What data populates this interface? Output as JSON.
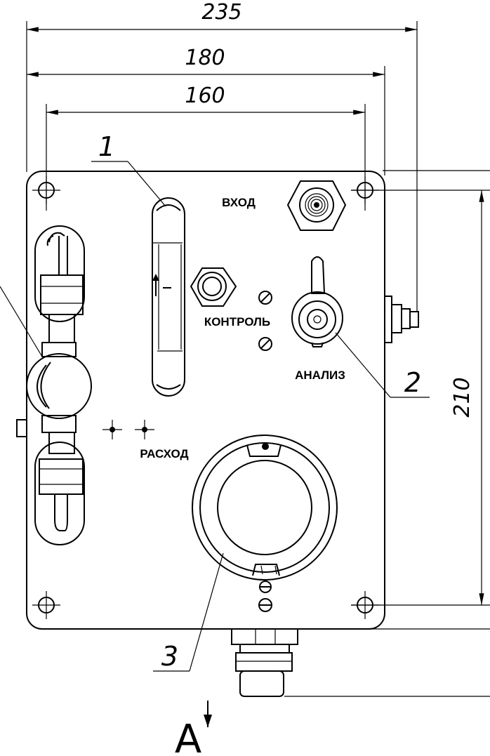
{
  "drawing": {
    "dimensions": {
      "overall_width": "235",
      "body_width": "180",
      "hole_spacing_horizontal": "160",
      "hole_spacing_vertical": "210"
    },
    "panel_labels": {
      "inlet": "ВХОД",
      "control": "КОНТРОЛЬ",
      "analysis": "АНАЛИЗ",
      "flow": "РАСХОД"
    },
    "callouts": [
      "1",
      "2",
      "3"
    ],
    "view_label": "А"
  }
}
